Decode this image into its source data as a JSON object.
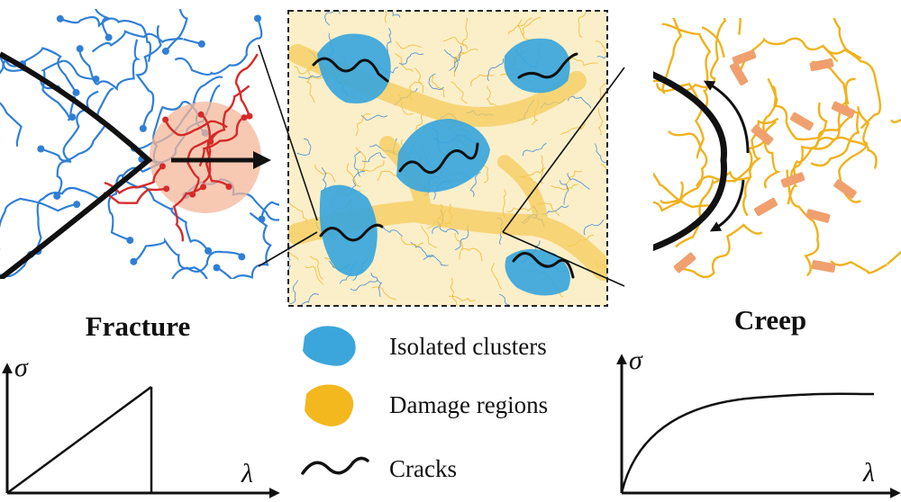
{
  "labels": {
    "fracture": "Fracture",
    "creep": "Creep"
  },
  "legend": {
    "items": [
      {
        "label": "Isolated clusters",
        "icon": "blue-blob-icon",
        "color": "#3aa6dc"
      },
      {
        "label": "Damage regions",
        "icon": "yellow-blob-icon",
        "color": "#f2b81e"
      },
      {
        "label": "Cracks",
        "icon": "wavy-line-icon",
        "color": "#111111"
      }
    ]
  },
  "plots": {
    "left": {
      "y_symbol": "σ",
      "x_symbol": "λ"
    },
    "right": {
      "y_symbol": "σ",
      "x_symbol": "λ"
    }
  },
  "colors": {
    "blue_chain": "#2f7fd6",
    "red_chain": "#d62a2a",
    "yellow_chain": "#f0b21c",
    "cluster": "#3aa6dc",
    "zone": "#f4b79a",
    "crosslink_rect": "#f0a06e"
  }
}
